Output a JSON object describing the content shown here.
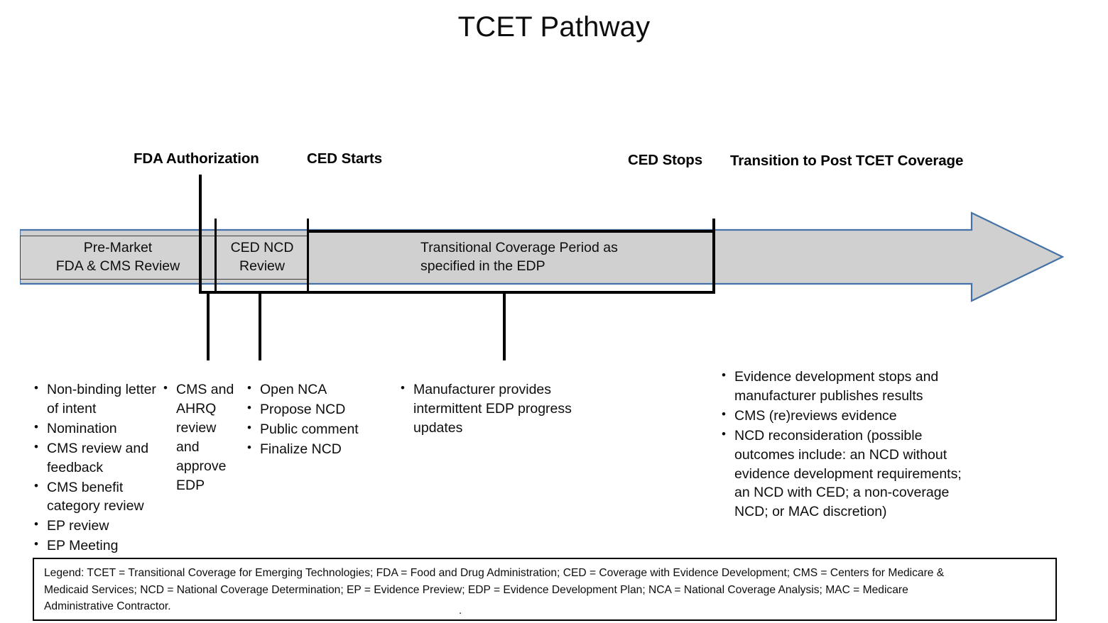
{
  "title": "TCET Pathway",
  "colors": {
    "arrow_fill": "#d0d0d0",
    "arrow_border": "#4472a8",
    "segment_fill": "#d3d3d3",
    "segment_border": "#3f3f3f",
    "line": "#000000",
    "text": "#0d0d0d"
  },
  "milestones": [
    {
      "id": "fda-authorization",
      "label": "FDA Authorization"
    },
    {
      "id": "ced-starts",
      "label": "CED Starts"
    },
    {
      "id": "ced-stops",
      "label": "CED Stops"
    },
    {
      "id": "transition-post-tcet",
      "label": "Transition to Post TCET Coverage"
    }
  ],
  "segments": [
    {
      "id": "pre-market",
      "line1": "Pre-Market",
      "line2": "FDA & CMS Review"
    },
    {
      "id": "ced-ncd-review",
      "line1": "CED NCD",
      "line2": "Review"
    },
    {
      "id": "transitional-coverage",
      "line1": "Transitional Coverage Period as",
      "line2": "specified in the EDP"
    }
  ],
  "bullet_columns": [
    {
      "id": "pre-market-activities",
      "items": [
        "Non-binding letter of intent",
        "Nomination",
        "CMS review and feedback",
        "CMS benefit category review",
        "EP review",
        "EP Meeting"
      ]
    },
    {
      "id": "edp-approval-activities",
      "items": [
        "CMS and AHRQ review and approve EDP"
      ]
    },
    {
      "id": "ncd-process-activities",
      "items": [
        "Open NCA",
        "Propose NCD",
        "Public comment",
        "Finalize NCD"
      ]
    },
    {
      "id": "coverage-period-activities",
      "items": [
        "Manufacturer provides intermittent EDP progress updates"
      ]
    },
    {
      "id": "post-tcet-activities",
      "items": [
        "Evidence development stops and manufacturer publishes results",
        "CMS (re)reviews evidence",
        "NCD reconsideration (possible outcomes include: an NCD without evidence development requirements; an NCD with CED; a non-coverage NCD; or MAC discretion)"
      ]
    }
  ],
  "legend": {
    "line1": "Legend:  TCET = Transitional Coverage for Emerging Technologies; FDA = Food and Drug Administration; CED = Coverage with Evidence Development; CMS = Centers for Medicare &",
    "line2": "Medicaid Services; NCD = National Coverage Determination; EP = Evidence Preview; EDP = Evidence Development Plan; NCA = National Coverage Analysis; MAC = Medicare",
    "line3": "Administrative Contractor.",
    "stray_mark": "."
  }
}
